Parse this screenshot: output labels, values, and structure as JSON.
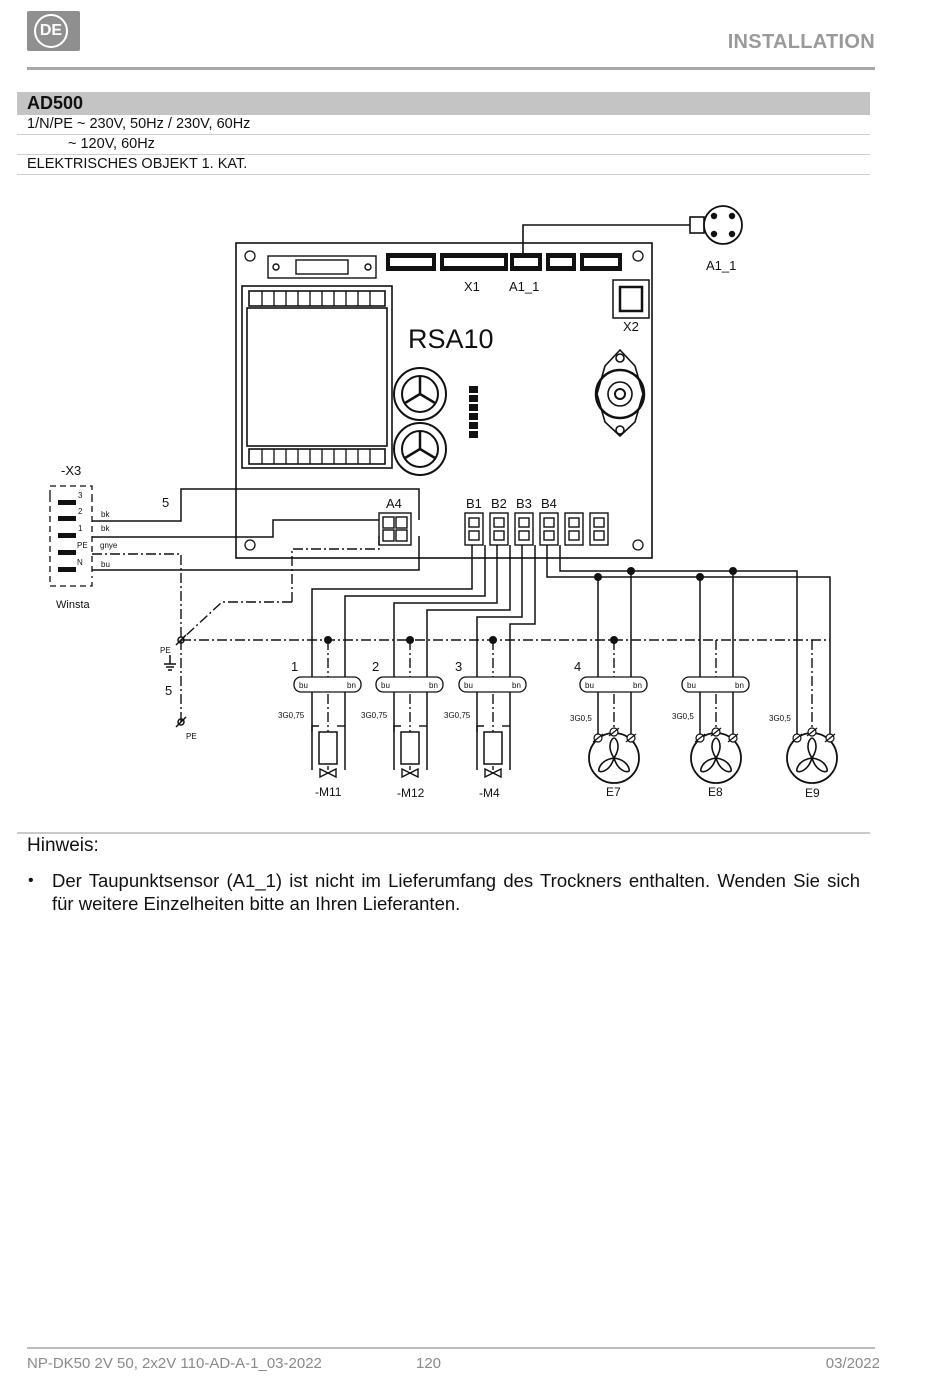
{
  "header": {
    "logo_text": "DE",
    "section": "INSTALLATION"
  },
  "model": {
    "title": "AD500",
    "specs": [
      "1/N/PE ~ 230V, 50Hz / 230V, 60Hz",
      "~ 120V, 60Hz",
      "ELEKTRISCHES OBJEKT 1. KAT."
    ]
  },
  "diagram": {
    "board_name": "RSA10",
    "connector_labels": {
      "x1": "X1",
      "a1_1_board": "A1_1",
      "x2": "X2",
      "a1_1_sensor": "A1_1",
      "a4": "A4",
      "b1": "B1",
      "b2": "B2",
      "b3": "B3",
      "b4": "B4"
    },
    "terminal": {
      "name": "-X3",
      "pins": [
        "3",
        "2",
        "1",
        "PE",
        "N"
      ],
      "wire_colors": [
        "bk",
        "bk",
        "gnye",
        "bu"
      ],
      "maker": "Winsta",
      "cable_no": "5"
    },
    "ground": {
      "pe_top": "PE",
      "cable_no": "5",
      "pe_bottom": "PE"
    },
    "cables": [
      {
        "no": "1",
        "left": "bu",
        "right": "bn",
        "spec": "3G0,75",
        "device": "-M11"
      },
      {
        "no": "2",
        "left": "bu",
        "right": "bn",
        "spec": "3G0,75",
        "device": "-M12"
      },
      {
        "no": "3",
        "left": "bu",
        "right": "bn",
        "spec": "3G0,75",
        "device": "-M4"
      },
      {
        "no": "4",
        "left": "bu",
        "right": "bn",
        "spec": "3G0,5",
        "device": "E7"
      },
      {
        "no": "",
        "left": "bu",
        "right": "bn",
        "spec": "3G0,5",
        "device": "E8"
      },
      {
        "no": "",
        "left": "",
        "right": "",
        "spec": "3G0,5",
        "device": "E9"
      }
    ]
  },
  "notes": {
    "heading": "Hinweis:",
    "bullet": "•",
    "items": [
      "Der Taupunktsensor (A1_1) ist nicht im Lieferumfang des Trockners enthalten. Wenden Sie sich für weitere Einzelheiten bitte an Ihren Lieferanten."
    ]
  },
  "footer": {
    "doc_id": "NP-DK50 2V 50, 2x2V 110-AD-A-1_03-2022",
    "page": "120",
    "date": "03/2022"
  },
  "colors": {
    "header_gray": "#9a9a9a",
    "model_bar": "#c4c4c4",
    "rule": "#a8a8a8"
  }
}
